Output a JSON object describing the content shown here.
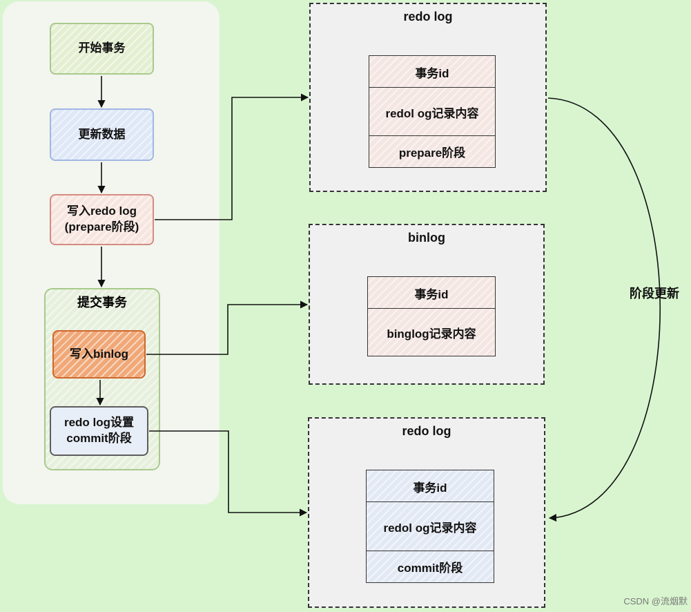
{
  "flow": {
    "start": "开始事务",
    "update": "更新数据",
    "write_redo_line1": "写入redo log",
    "write_redo_line2": "(prepare阶段)",
    "commit_group_title": "提交事务",
    "write_binlog": "写入binlog",
    "set_commit_line1": "redo log设置",
    "set_commit_line2": "commit阶段"
  },
  "redo_log_prepare": {
    "title": "redo log",
    "rows": [
      "事务id",
      "redol og记录内容",
      "prepare阶段"
    ]
  },
  "binlog": {
    "title": "binlog",
    "rows": [
      "事务id",
      "binglog记录内容"
    ]
  },
  "redo_log_commit": {
    "title": "redo log",
    "rows": [
      "事务id",
      "redol og记录内容",
      "commit阶段"
    ]
  },
  "update_arc_label": "阶段更新",
  "watermark": "CSDN @流烟默",
  "colors": {
    "background": "#d8f5cf",
    "start_fill": "#e4efd2",
    "update_fill": "#dfe8f7",
    "redo_fill": "#f7e6e0",
    "binlog_fill": "#f0a878",
    "commit_fill": "#e8eef7"
  }
}
